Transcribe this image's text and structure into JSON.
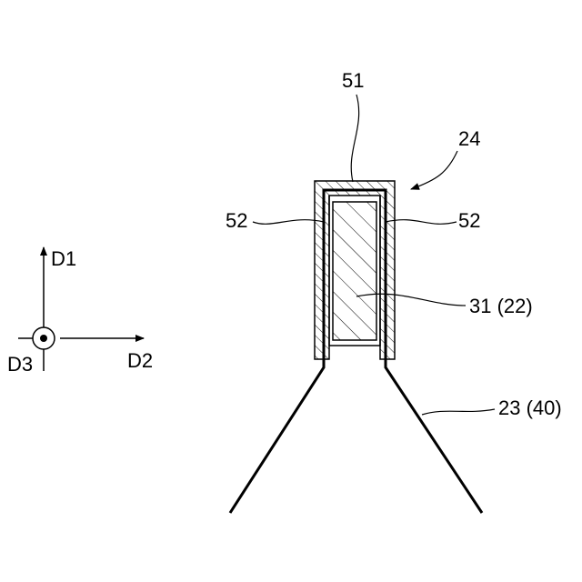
{
  "labels": {
    "cap": "51",
    "device": "24",
    "side_left": "52",
    "side_right": "52",
    "inner": "31 (22)",
    "tube": "23 (40)"
  },
  "axes": {
    "d1": "D1",
    "d2": "D2",
    "d3": "D3"
  }
}
